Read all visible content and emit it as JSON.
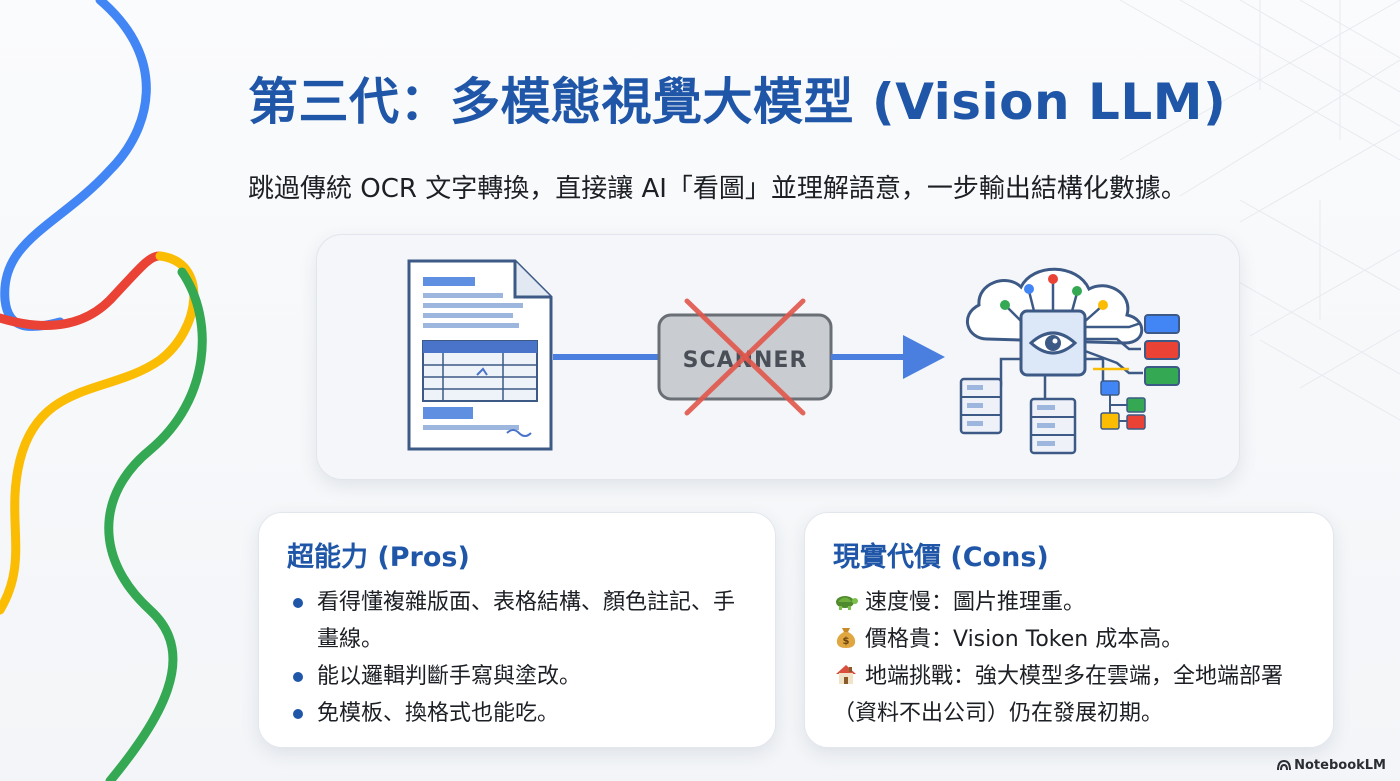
{
  "slide": {
    "title": "第三代：多模態視覺大模型 (Vision LLM)",
    "subtitle": "跳過傳統 OCR 文字轉換，直接讓 AI「看圖」並理解語意，一步輸出結構化數據。"
  },
  "diagram": {
    "scanner_label": "SCANNER",
    "icons": [
      "document-icon",
      "arrow-right-icon",
      "crossed-out-scanner-icon",
      "ai-cloud-eye-icon",
      "server-icon",
      "structured-data-blocks-icon"
    ],
    "colors": {
      "arrow": "#4a7fe0",
      "cross": "#e2574c",
      "blue": "#4285f4",
      "red": "#ea4335",
      "green": "#34a853",
      "yellow": "#fbbc04"
    }
  },
  "pros": {
    "heading": "超能力 (Pros)",
    "items": [
      "看得懂複雜版面、表格結構、顏色註記、手畫線。",
      "能以邏輯判斷手寫與塗改。",
      "免模板、換格式也能吃。"
    ]
  },
  "cons": {
    "heading": "現實代價 (Cons)",
    "items": [
      {
        "icon": "turtle-icon",
        "text": "速度慢：圖片推理重。"
      },
      {
        "icon": "money-bag-icon",
        "text": "價格貴：Vision Token 成本高。"
      },
      {
        "icon": "house-icon",
        "text": "地端挑戰：強大模型多在雲端，全地端部署（資料不出公司）仍在發展初期。"
      }
    ]
  },
  "watermark": "NotebookLM"
}
